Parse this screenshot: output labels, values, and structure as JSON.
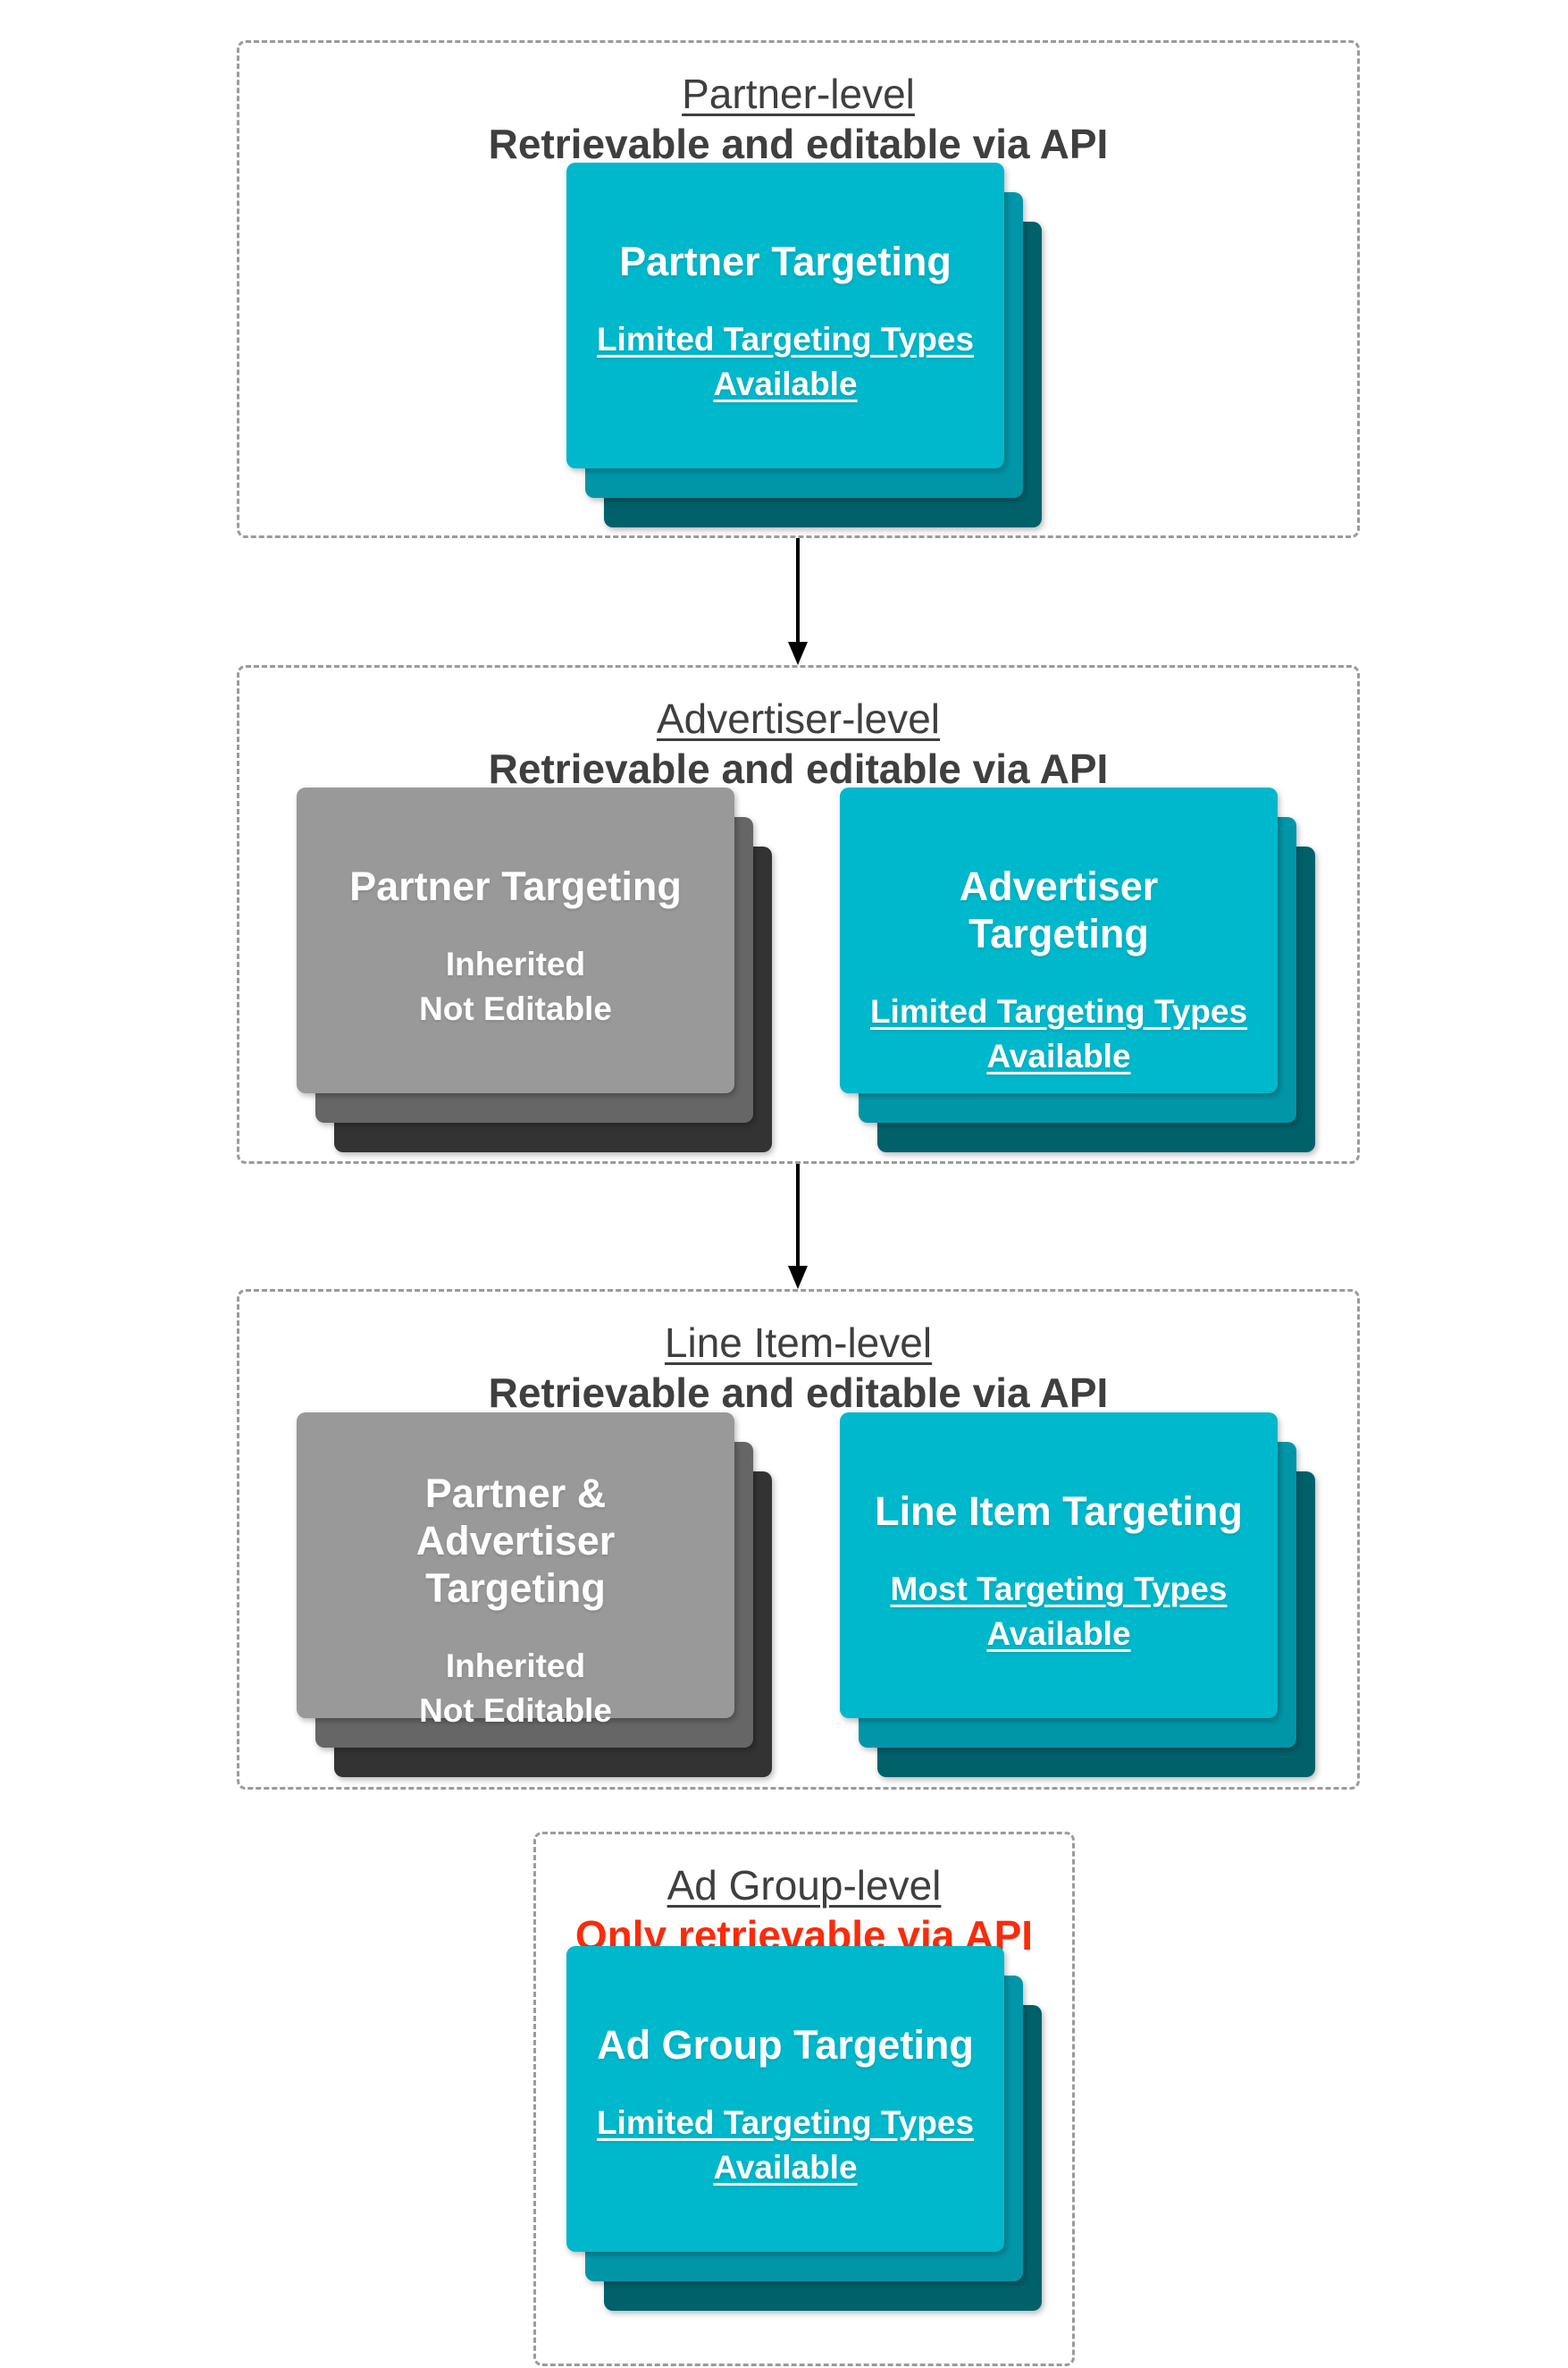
{
  "colors": {
    "card_front_cyan": "#00b8cc",
    "card_mid_cyan": "#0096a8",
    "card_back_cyan": "#00616b",
    "card_front_gray": "#999999",
    "card_mid_gray": "#666666",
    "card_back_gray": "#333333",
    "header_text": "#3f3f3f",
    "alert_red": "#f82c0c",
    "dashed_border": "#9b9b9b",
    "arrow": "#000000",
    "card_text": "#ffffff"
  },
  "sections": [
    {
      "title": "Partner-level",
      "subtitle": "Retrievable and editable via API",
      "cards": [
        {
          "style": "cyan",
          "title_lines": [
            "Partner Targeting"
          ],
          "body_lines": [
            "Limited Targeting Types",
            "Available"
          ],
          "body_underline": true
        }
      ]
    },
    {
      "title": "Advertiser-level",
      "subtitle": "Retrievable and editable via API",
      "cards": [
        {
          "style": "gray",
          "title_lines": [
            "Partner Targeting"
          ],
          "body_lines": [
            "Inherited",
            "Not Editable"
          ],
          "body_underline": false
        },
        {
          "style": "cyan",
          "title_lines": [
            "Advertiser Targeting"
          ],
          "body_lines": [
            "Limited Targeting Types",
            "Available"
          ],
          "body_underline": true
        }
      ]
    },
    {
      "title": "Line Item-level",
      "subtitle": "Retrievable and editable via API",
      "cards": [
        {
          "style": "gray",
          "title_lines": [
            "Partner & Advertiser",
            "Targeting"
          ],
          "body_lines": [
            "Inherited",
            "Not Editable"
          ],
          "body_underline": false
        },
        {
          "style": "cyan",
          "title_lines": [
            "Line Item Targeting"
          ],
          "body_lines": [
            "Most Targeting Types",
            "Available"
          ],
          "body_underline": true
        }
      ]
    },
    {
      "title": "Ad Group-level",
      "subtitle": "Only retrievable via API",
      "subtitle_alert": true,
      "cards": [
        {
          "style": "cyan",
          "title_lines": [
            "Ad Group Targeting"
          ],
          "body_lines": [
            "Limited Targeting Types",
            "Available"
          ],
          "body_underline": true
        }
      ]
    }
  ]
}
